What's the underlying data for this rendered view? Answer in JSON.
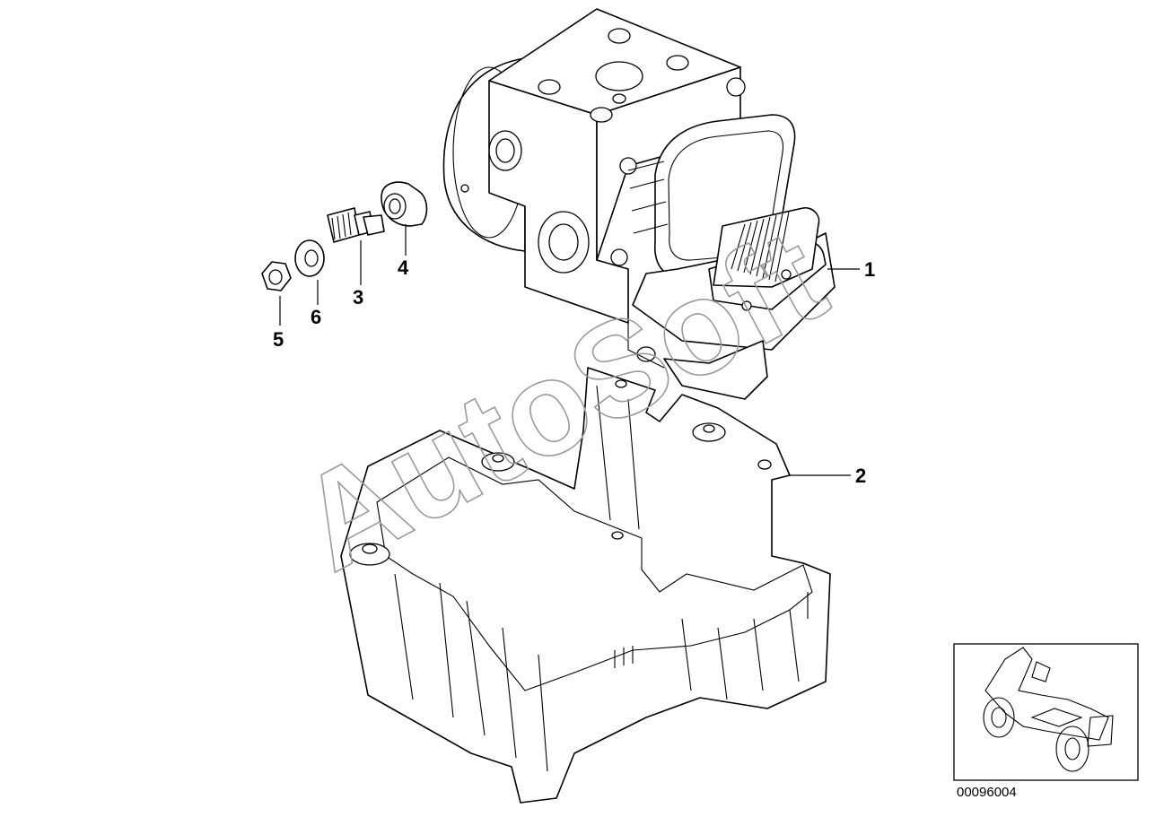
{
  "diagram": {
    "callouts": [
      "1",
      "2",
      "3",
      "4",
      "5",
      "6"
    ],
    "watermark": "AutoSoft",
    "diagram_code": "00096004"
  }
}
